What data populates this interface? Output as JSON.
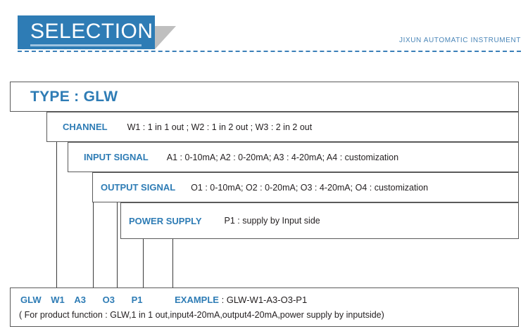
{
  "header": {
    "title": "SELECTION",
    "brand": "JIXUN AUTOMATIC INSTRUMENT",
    "accent_color": "#2E7CB5",
    "corner_color": "#BFBFBF",
    "rule_color": "#3B7FB8"
  },
  "diagram": {
    "rows": [
      {
        "label": "TYPE : GLW",
        "value": ""
      },
      {
        "label": "CHANNEL",
        "value": "W1 : 1 in 1 out ;   W2 : 1 in 2 out ;   W3 : 2 in 2 out"
      },
      {
        "label": "INPUT SIGNAL",
        "value": "A1 : 0-10mA;     A2 : 0-20mA;     A3 : 4-20mA;    A4 : customization"
      },
      {
        "label": "OUTPUT SIGNAL",
        "value": "O1 : 0-10mA;   O2 : 0-20mA;    O3 : 4-20mA;    O4 : customization"
      },
      {
        "label": "POWER SUPPLY",
        "value": "P1 : supply by Input side"
      }
    ],
    "example": {
      "codes": [
        "GLW",
        "W1",
        "A3",
        "O3",
        "P1"
      ],
      "example_word": "EXAMPLE",
      "example_value": ": GLW-W1-A3-O3-P1",
      "note": "( For product function : GLW,1 in 1 out,input4-20mA,output4-20mA,power supply by inputside)"
    }
  }
}
